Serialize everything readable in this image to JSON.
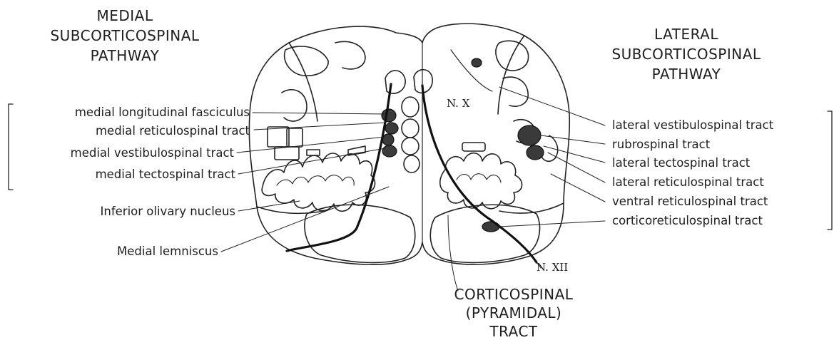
{
  "headings": {
    "medial": [
      "MEDIAL",
      "SUBCORTICOSPINAL",
      "PATHWAY"
    ],
    "lateral": [
      "LATERAL",
      "SUBCORTICOSPINAL",
      "PATHWAY"
    ],
    "corticospinal": [
      "CORTICOSPINAL",
      "(PYRAMIDAL)",
      "TRACT"
    ]
  },
  "left_labels": [
    "medial longitudinal fasciculus",
    "medial reticulospinal tract",
    "medial vestibulospinal tract",
    "medial tectospinal tract",
    "Inferior olivary nucleus",
    "Medial lemniscus"
  ],
  "right_labels": [
    "lateral vestibulospinal tract",
    "rubrospinal tract",
    "lateral tectospinal tract",
    "lateral reticulospinal tract",
    "ventral reticulospinal tract",
    "corticoreticulospinal tract"
  ],
  "nerve_labels": {
    "vagus": "N. X",
    "hypoglossal": "N. XII"
  }
}
